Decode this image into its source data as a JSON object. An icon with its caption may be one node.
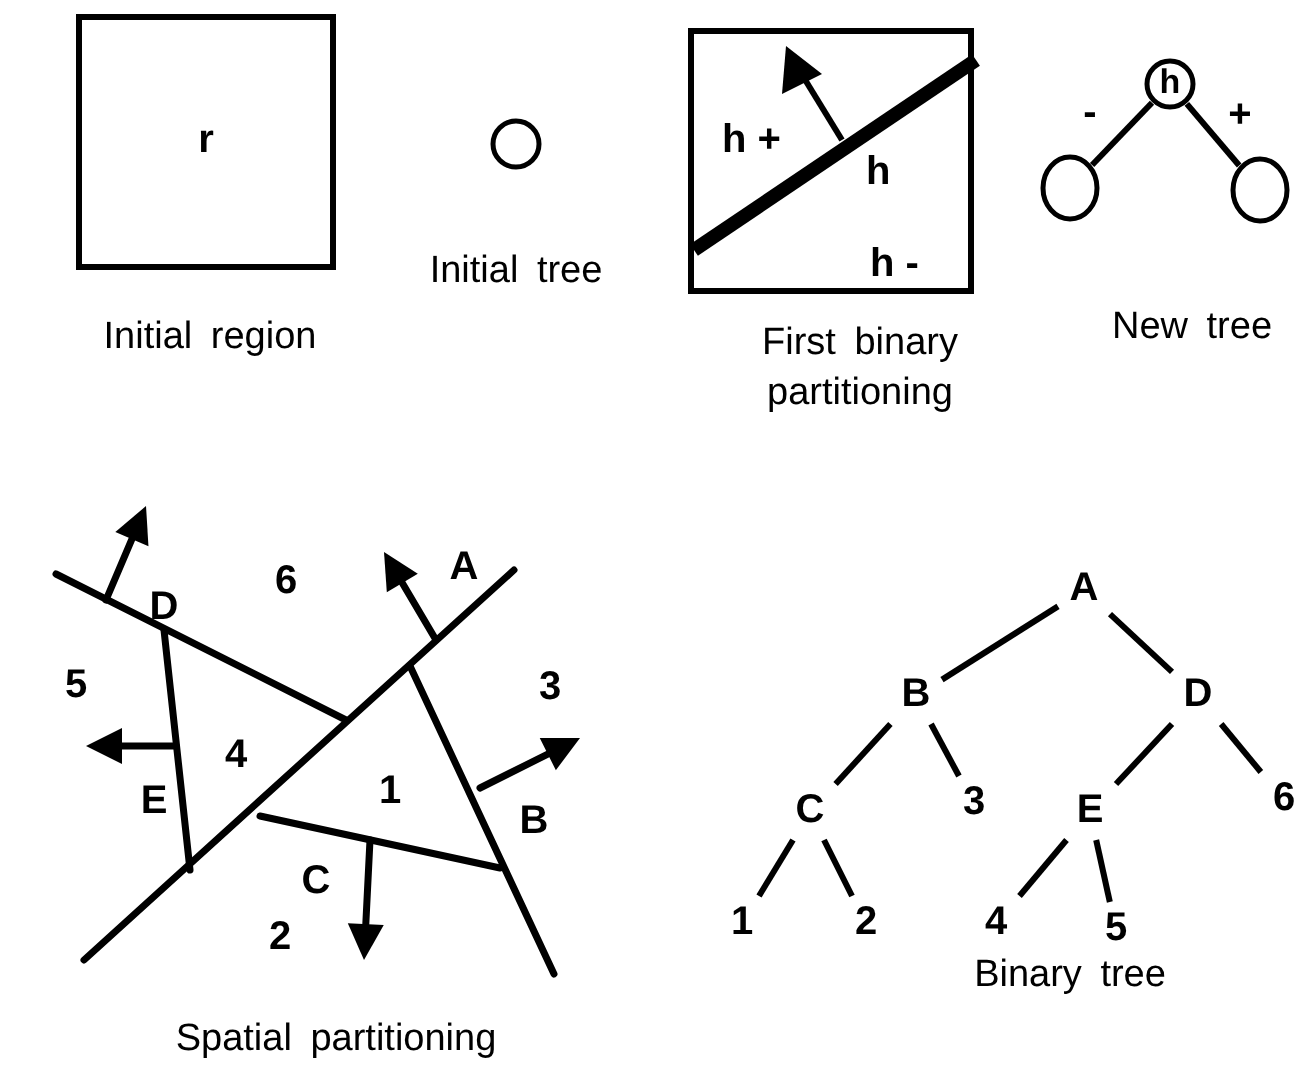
{
  "diagram": {
    "nodes": [
      {
        "text": [
          "r"
        ]
      },
      {
        "text": [],
        "shape": "circle"
      },
      {
        "text": [
          "h +",
          "h",
          "h -"
        ]
      },
      {
        "text": [
          "h"
        ]
      },
      {
        "text": [],
        "shape": "circle"
      },
      {
        "text": [],
        "shape": "circle"
      },
      {
        "text": [
          "A"
        ]
      },
      {
        "text": [
          "B"
        ]
      },
      {
        "text": [
          "D"
        ]
      },
      {
        "text": [
          "C"
        ]
      },
      {
        "text": [
          "3"
        ]
      },
      {
        "text": [
          "E"
        ]
      },
      {
        "text": [
          "6"
        ]
      },
      {
        "text": [
          "1"
        ]
      },
      {
        "text": [
          "2"
        ]
      },
      {
        "text": [
          "4"
        ]
      },
      {
        "text": [
          "5"
        ]
      }
    ],
    "edges": [
      {
        "from": 3,
        "to": 4,
        "arrow": "none",
        "label": "-"
      },
      {
        "from": 3,
        "to": 5,
        "arrow": "none",
        "label": "+"
      },
      {
        "from": 6,
        "to": 7,
        "arrow": "none"
      },
      {
        "from": 6,
        "to": 8,
        "arrow": "none"
      },
      {
        "from": 7,
        "to": 9,
        "arrow": "none"
      },
      {
        "from": 7,
        "to": 10,
        "arrow": "none"
      },
      {
        "from": 8,
        "to": 11,
        "arrow": "none"
      },
      {
        "from": 8,
        "to": 12,
        "arrow": "none"
      },
      {
        "from": 9,
        "to": 13,
        "arrow": "none"
      },
      {
        "from": 9,
        "to": 14,
        "arrow": "none"
      },
      {
        "from": 11,
        "to": 15,
        "arrow": "none"
      },
      {
        "from": 11,
        "to": 16,
        "arrow": "none"
      }
    ],
    "labels": [
      "Initial region",
      "Initial tree",
      "First binary partitioning",
      "New tree",
      "6",
      "A",
      "D",
      "5",
      "3",
      "4",
      "E",
      "1",
      "B",
      "C",
      "2",
      "Spatial partitioning",
      "Binary tree"
    ]
  }
}
